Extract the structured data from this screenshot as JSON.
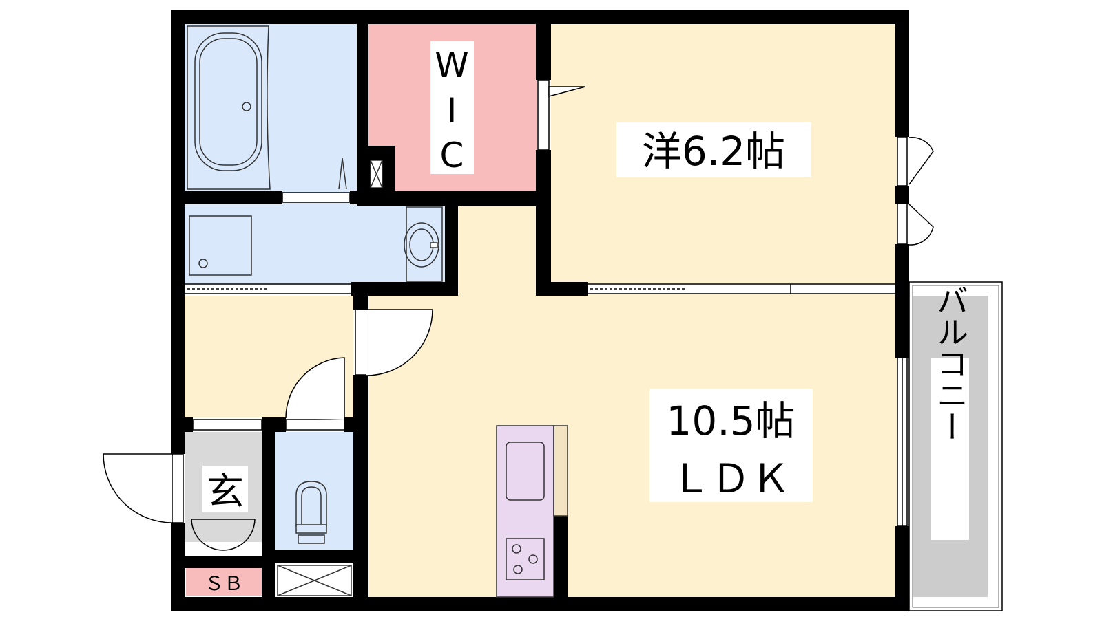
{
  "rooms": {
    "western": {
      "label": "洋6.2帖",
      "color": "#fdf1d0"
    },
    "ldk": {
      "size_label": "10.5帖",
      "type_label": "ＬＤＫ",
      "color": "#fdf1d0"
    },
    "wic": {
      "label_lines": [
        "W",
        "I",
        "C"
      ],
      "color": "#f9bcbc"
    },
    "bathroom": {
      "color": "#d9e8fb"
    },
    "washroom": {
      "color": "#d9e8fb"
    },
    "toilet": {
      "color": "#d9e8fb"
    },
    "hall": {
      "color": "#fdf1d0"
    },
    "entrance": {
      "label": "玄",
      "color": "#d9d9d9"
    },
    "shoe_box": {
      "label": "ＳＢ",
      "color": "#f9bcbc"
    },
    "balcony": {
      "label": "バルコニー",
      "color": "#cccccc"
    },
    "kitchen": {
      "color": "#ead7f0"
    }
  },
  "colors": {
    "wall": "#000000",
    "outline": "#333333"
  }
}
